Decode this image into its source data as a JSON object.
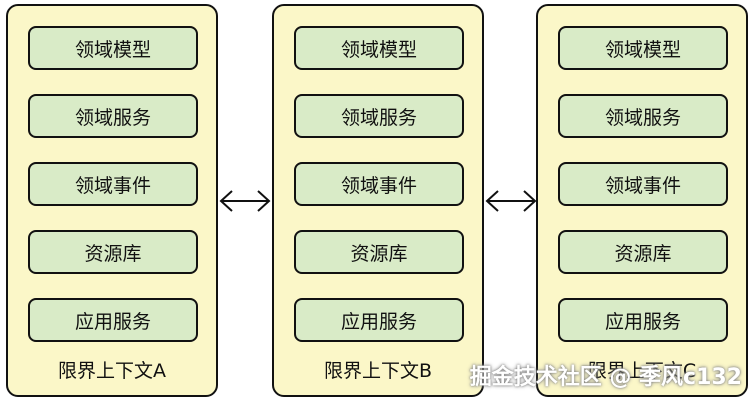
{
  "contexts": [
    {
      "label": "限界上下文A",
      "modules": [
        "领域模型",
        "领域服务",
        "领域事件",
        "资源库",
        "应用服务"
      ]
    },
    {
      "label": "限界上下文B",
      "modules": [
        "领域模型",
        "领域服务",
        "领域事件",
        "资源库",
        "应用服务"
      ]
    },
    {
      "label": "限界上下文C",
      "modules": [
        "领域模型",
        "领域服务",
        "领域事件",
        "资源库",
        "应用服务"
      ]
    }
  ],
  "watermark": "掘金技术社区 @ 季风c132",
  "colors": {
    "context_fill": "#fbf7c8",
    "module_fill": "#d9ebc7",
    "stroke": "#111111"
  }
}
